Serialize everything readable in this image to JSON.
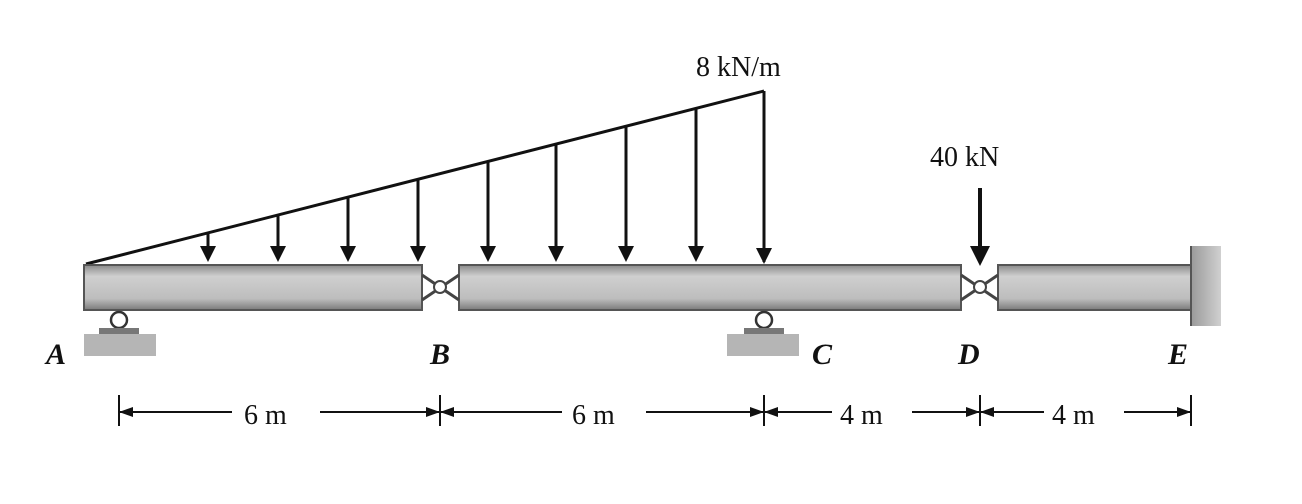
{
  "figure": {
    "distributed_load": {
      "label": "8 kN/m",
      "peak_value": 8,
      "unit": "kN/m",
      "from_point": "A",
      "to_point": "C"
    },
    "point_load": {
      "label": "40 kN",
      "value": 40,
      "unit": "kN",
      "at_point": "D"
    },
    "points": [
      {
        "id": "A",
        "support": "roller"
      },
      {
        "id": "B",
        "support": "hinge"
      },
      {
        "id": "C",
        "support": "roller"
      },
      {
        "id": "D",
        "support": "hinge"
      },
      {
        "id": "E",
        "support": "fixed"
      }
    ],
    "dimensions": [
      {
        "label": "6 m",
        "from": "A",
        "to": "B",
        "length_m": 6
      },
      {
        "label": "6 m",
        "from": "B",
        "to": "C",
        "length_m": 6
      },
      {
        "label": "4 m",
        "from": "C",
        "to": "D",
        "length_m": 4
      },
      {
        "label": "4 m",
        "from": "D",
        "to": "E",
        "length_m": 4
      }
    ],
    "colors": {
      "beam_fill": "#bfbfbf",
      "beam_stroke": "#555555",
      "line": "#111111",
      "ground": "#aaaaaa"
    }
  }
}
